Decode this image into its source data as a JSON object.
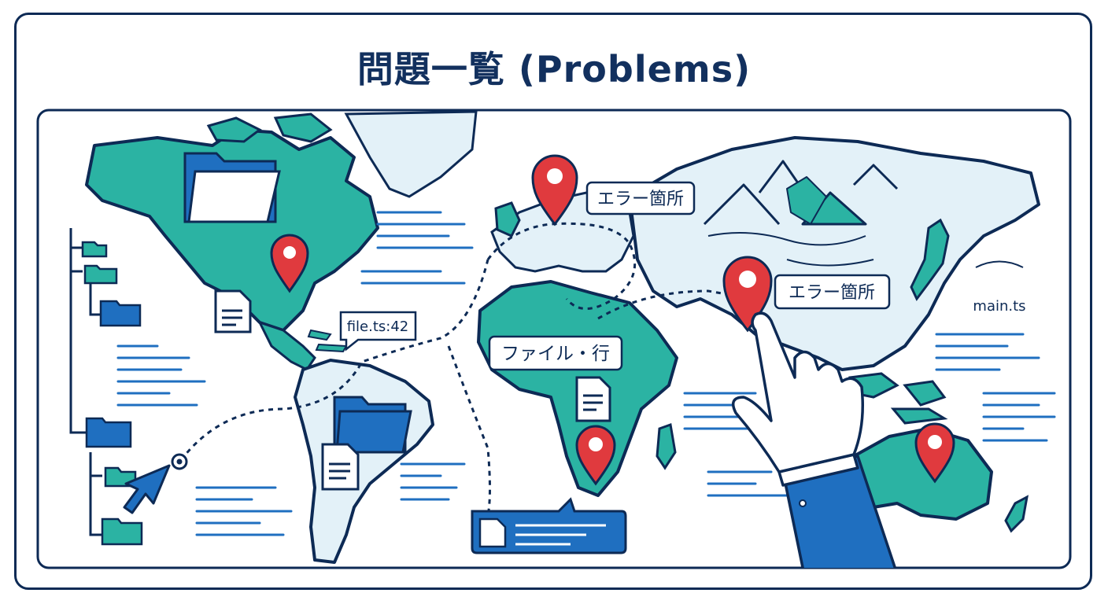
{
  "title": "問題一覧 (Problems)",
  "labels": {
    "error_location_1": "エラー箇所",
    "error_location_2": "エラー箇所",
    "file_line": "ファイル・行",
    "file_ref": "file.ts:42",
    "main_file": "main.ts"
  },
  "colors": {
    "navy": "#0d2a55",
    "teal": "#2bb3a3",
    "sky": "#e3f1f8",
    "blue": "#1f6fc0",
    "red": "#e03a3e"
  },
  "icons": [
    "folder-icon",
    "file-icon",
    "map-pin-icon",
    "cursor-arrow-icon",
    "pointing-hand-icon",
    "mountain-icon",
    "speech-bubble-icon"
  ]
}
